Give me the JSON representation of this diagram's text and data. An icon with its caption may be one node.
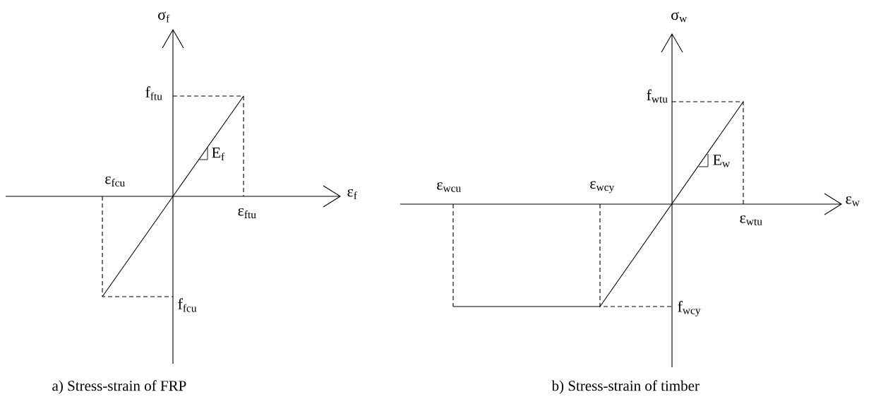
{
  "diagram": {
    "labels": [
      "σ$_{f}$",
      "σ$_{w}$",
      "f$_{ftu}$",
      "f$_{wtu}$",
      "E$_{f}$",
      "E$_{w}$",
      "ε$_{fcu}$",
      "ε$_{f}$",
      "ε$_{wcu}$",
      "ε$_{wcy}$",
      "ε$_{w}$",
      "ε$_{ftu}$",
      "ε$_{wtu}$",
      "f$_{fcu}$",
      "f$_{wcy}$",
      "a)  Stress-strain of FRP",
      "b)  Stress-strain of timber"
    ]
  }
}
